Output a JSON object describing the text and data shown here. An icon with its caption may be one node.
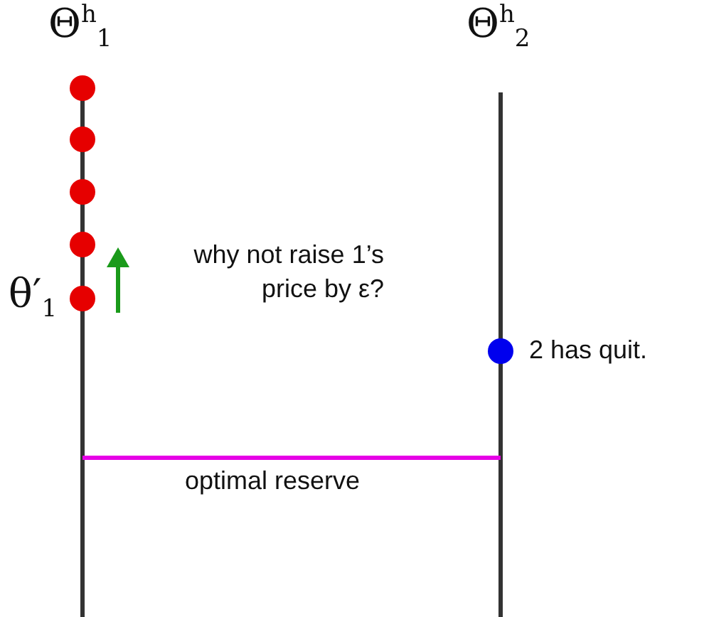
{
  "diagram": {
    "nodes": [
      {
        "text": [],
        "shape": "circle"
      },
      {
        "text": [],
        "shape": "circle"
      },
      {
        "text": [],
        "shape": "circle"
      },
      {
        "text": [],
        "shape": "circle"
      },
      {
        "text": [],
        "shape": "circle",
        "beside": [
          "θ′$_{1}$"
        ]
      },
      {
        "text": [],
        "shape": "circle",
        "beside": [
          "2 has quit."
        ]
      }
    ],
    "labels": [
      "Θ$^{h}$$_{1}$",
      "Θ$^{h}$$_{2}$",
      "why not raise 1’s price by ε?",
      "optimal reserve"
    ]
  }
}
